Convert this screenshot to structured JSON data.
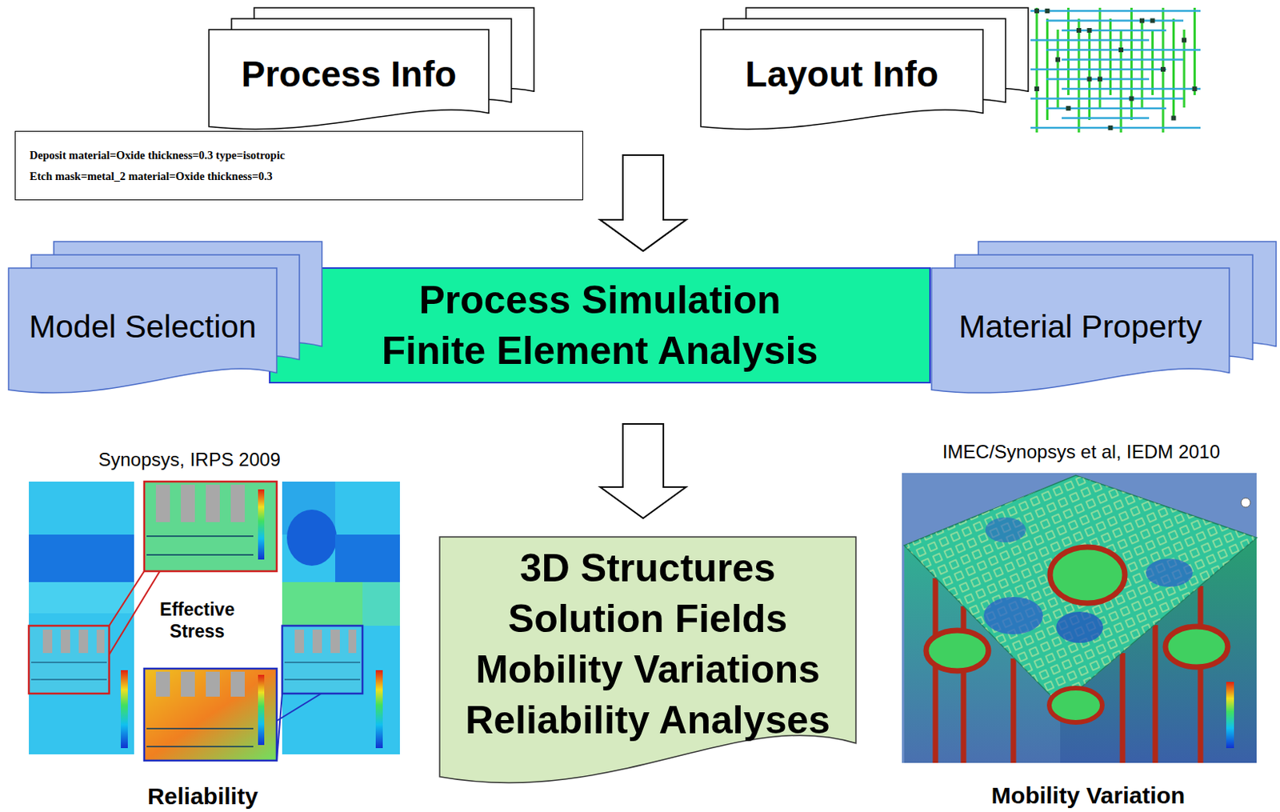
{
  "diagram": {
    "nodes": [
      {
        "text": [
          "Process Info"
        ]
      },
      {
        "text": [
          "Deposit material=Oxide thickness=0.3 type=isotropic",
          "Etch mask=metal_2 material=Oxide thickness=0.3"
        ]
      },
      {
        "text": [
          "Layout Info"
        ]
      },
      {
        "text": [
          "Model Selection"
        ]
      },
      {
        "text": [
          "Process Simulation",
          "Finite Element Analysis"
        ]
      },
      {
        "text": [
          "Material Property"
        ]
      },
      {
        "text": [
          "3D Structures",
          "Solution Fields",
          "Mobility Variations",
          "Reliability Analyses"
        ]
      }
    ],
    "edges": [
      {
        "from": 0,
        "to": 4,
        "arrow": "to"
      },
      {
        "from": 2,
        "to": 4,
        "arrow": "to"
      },
      {
        "from": 4,
        "to": 6,
        "arrow": "to"
      }
    ],
    "labels": [
      "Synopsys, IRPS 2009",
      "Effective Stress",
      "Reliability",
      "IMEC/Synopsys et al, IEDM 2010",
      "Mobility Variation"
    ]
  }
}
